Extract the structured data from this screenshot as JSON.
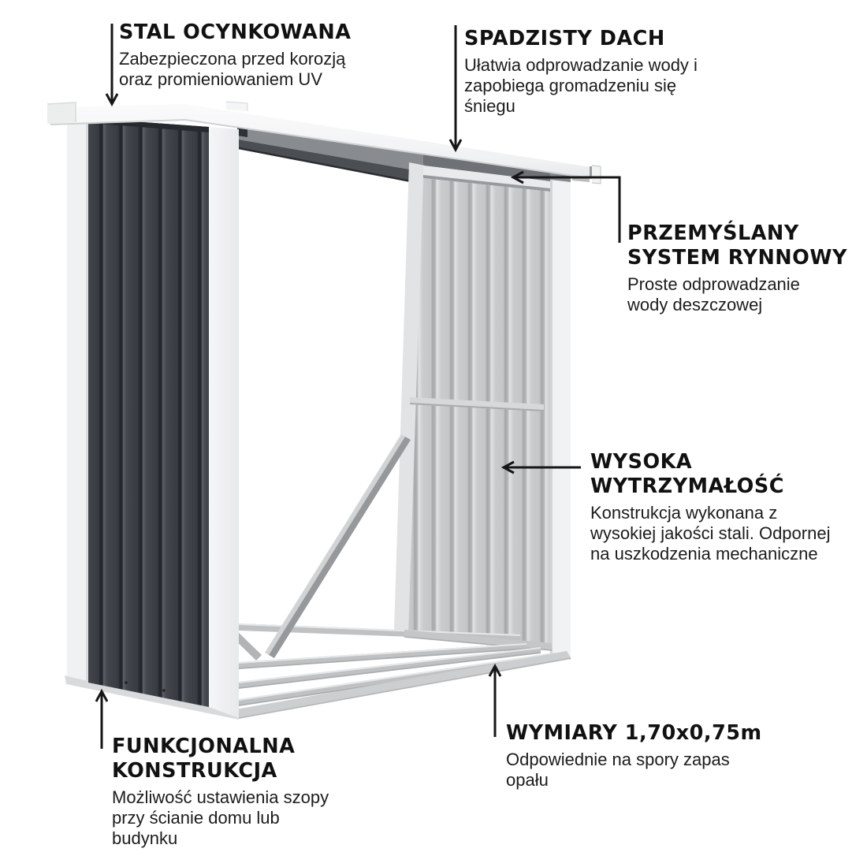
{
  "product": {
    "type": "metal-firewood-shed-infographic"
  },
  "colors": {
    "background": "#ffffff",
    "text": "#141414",
    "arrow": "#161616",
    "dark_wall": "#3a3e44",
    "light_wall": "#c7c9cb",
    "frame_white": "#f1f2f3",
    "roof": "#f4f5f6"
  },
  "callouts": {
    "galvanized_steel": {
      "title": "STAL OCYNKOWANA",
      "description": "Zabezpieczona przed korozją oraz promieniowaniem UV"
    },
    "sloped_roof": {
      "title": "SPADZISTY DACH",
      "description": "Ułatwia odprowadzanie wody i zapobiega gromadzeniu się śniegu"
    },
    "gutter_system": {
      "title": "PRZEMYŚLANY SYSTEM RYNNOWY",
      "description": "Proste odprowadzanie wody deszczowej"
    },
    "high_durability": {
      "title": "WYSOKA WYTRZYMAŁOŚĆ",
      "description": "Konstrukcja wykonana z wysokiej jakości stali. Odpornej na uszkodzenia mechaniczne"
    },
    "dimensions": {
      "title": "WYMIARY 1,70x0,75m",
      "description": "Odpowiednie na spory zapas opału"
    },
    "functional_construction": {
      "title": "FUNKCJONALNA KONSTRUKCJA",
      "description": "Możliwość ustawienia szopy przy ścianie domu lub budynku"
    }
  }
}
